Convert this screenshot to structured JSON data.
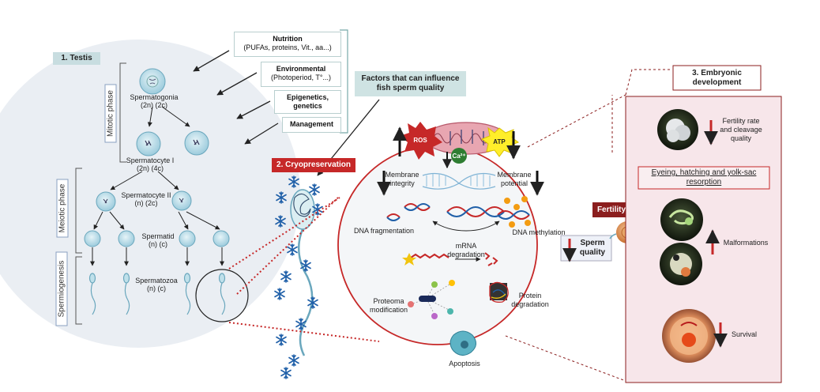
{
  "colors": {
    "testis_bg": "#eaeef3",
    "red_accent": "#c62828",
    "dark_red": "#8b1e1e",
    "teal_box": "#cfe3e3",
    "pink_panel": "#f7e6ea",
    "blue_cell": "#bfe0ea",
    "snowflake": "#1f5fa8"
  },
  "testis": {
    "title": "1. Testis",
    "phases": {
      "mitotic": "Mitotic phase",
      "meiotic": "Meiotic phase",
      "spermiogenesis": "Spermiogenesis"
    },
    "stages": {
      "spermatogonia": {
        "name": "Spermatogonia",
        "ploidy": "(2n) (2c)"
      },
      "spermatocyte1": {
        "name": "Spermatocyte I",
        "ploidy": "(2n) (4c)"
      },
      "spermatocyte2": {
        "name": "Spermatocyte II",
        "ploidy": "(n) (2c)"
      },
      "spermatid": {
        "name": "Spermatid",
        "ploidy": "(n) (c)"
      },
      "spermatozoa": {
        "name": "Spermatozoa",
        "ploidy": "(n) (c)"
      }
    }
  },
  "factors": {
    "title_line1": "Factors that can influence",
    "title_line2": "fish sperm quality",
    "nutrition": {
      "title": "Nutrition",
      "detail": "(PUFAs, proteins, Vit., aa...)"
    },
    "environmental": {
      "title": "Environmental",
      "detail": "(Photoperiod, T°...)"
    },
    "epigenetics": {
      "title_line1": "Epigenetics,",
      "title_line2": "genetics"
    },
    "management": {
      "title": "Management"
    }
  },
  "cryo": {
    "title": "2. Cryopreservation",
    "ros": "ROS",
    "atp": "ATP",
    "ca": "Ca²⁺",
    "membrane_integrity_line1": "Membrane",
    "membrane_integrity_line2": "integrity",
    "membrane_potential_line1": "Membrane",
    "membrane_potential_line2": "potential",
    "dna_fragmentation": "DNA fragmentation",
    "dna_methylation": "DNA methylation",
    "mrna_line1": "mRNA",
    "mrna_line2": "degradation",
    "proteoma_line1": "Proteoma",
    "proteoma_line2": "modification",
    "protein_line1": "Protein",
    "protein_line2": "degradation",
    "apoptosis": "Apoptosis"
  },
  "fertility": {
    "label": "Fertility",
    "sperm_quality_line1": "Sperm",
    "sperm_quality_line2": "quality"
  },
  "embryo": {
    "title_line1": "3. Embryonic",
    "title_line2": "development",
    "fertility_rate_line1": "Fertility rate",
    "fertility_rate_line2": "and cleavage",
    "fertility_rate_line3": "quality",
    "eyeing_line1": "Eyeing, hatching and yolk-sac",
    "eyeing_line2": "resorption",
    "malformations": "Malformations",
    "survival": "Survival"
  }
}
